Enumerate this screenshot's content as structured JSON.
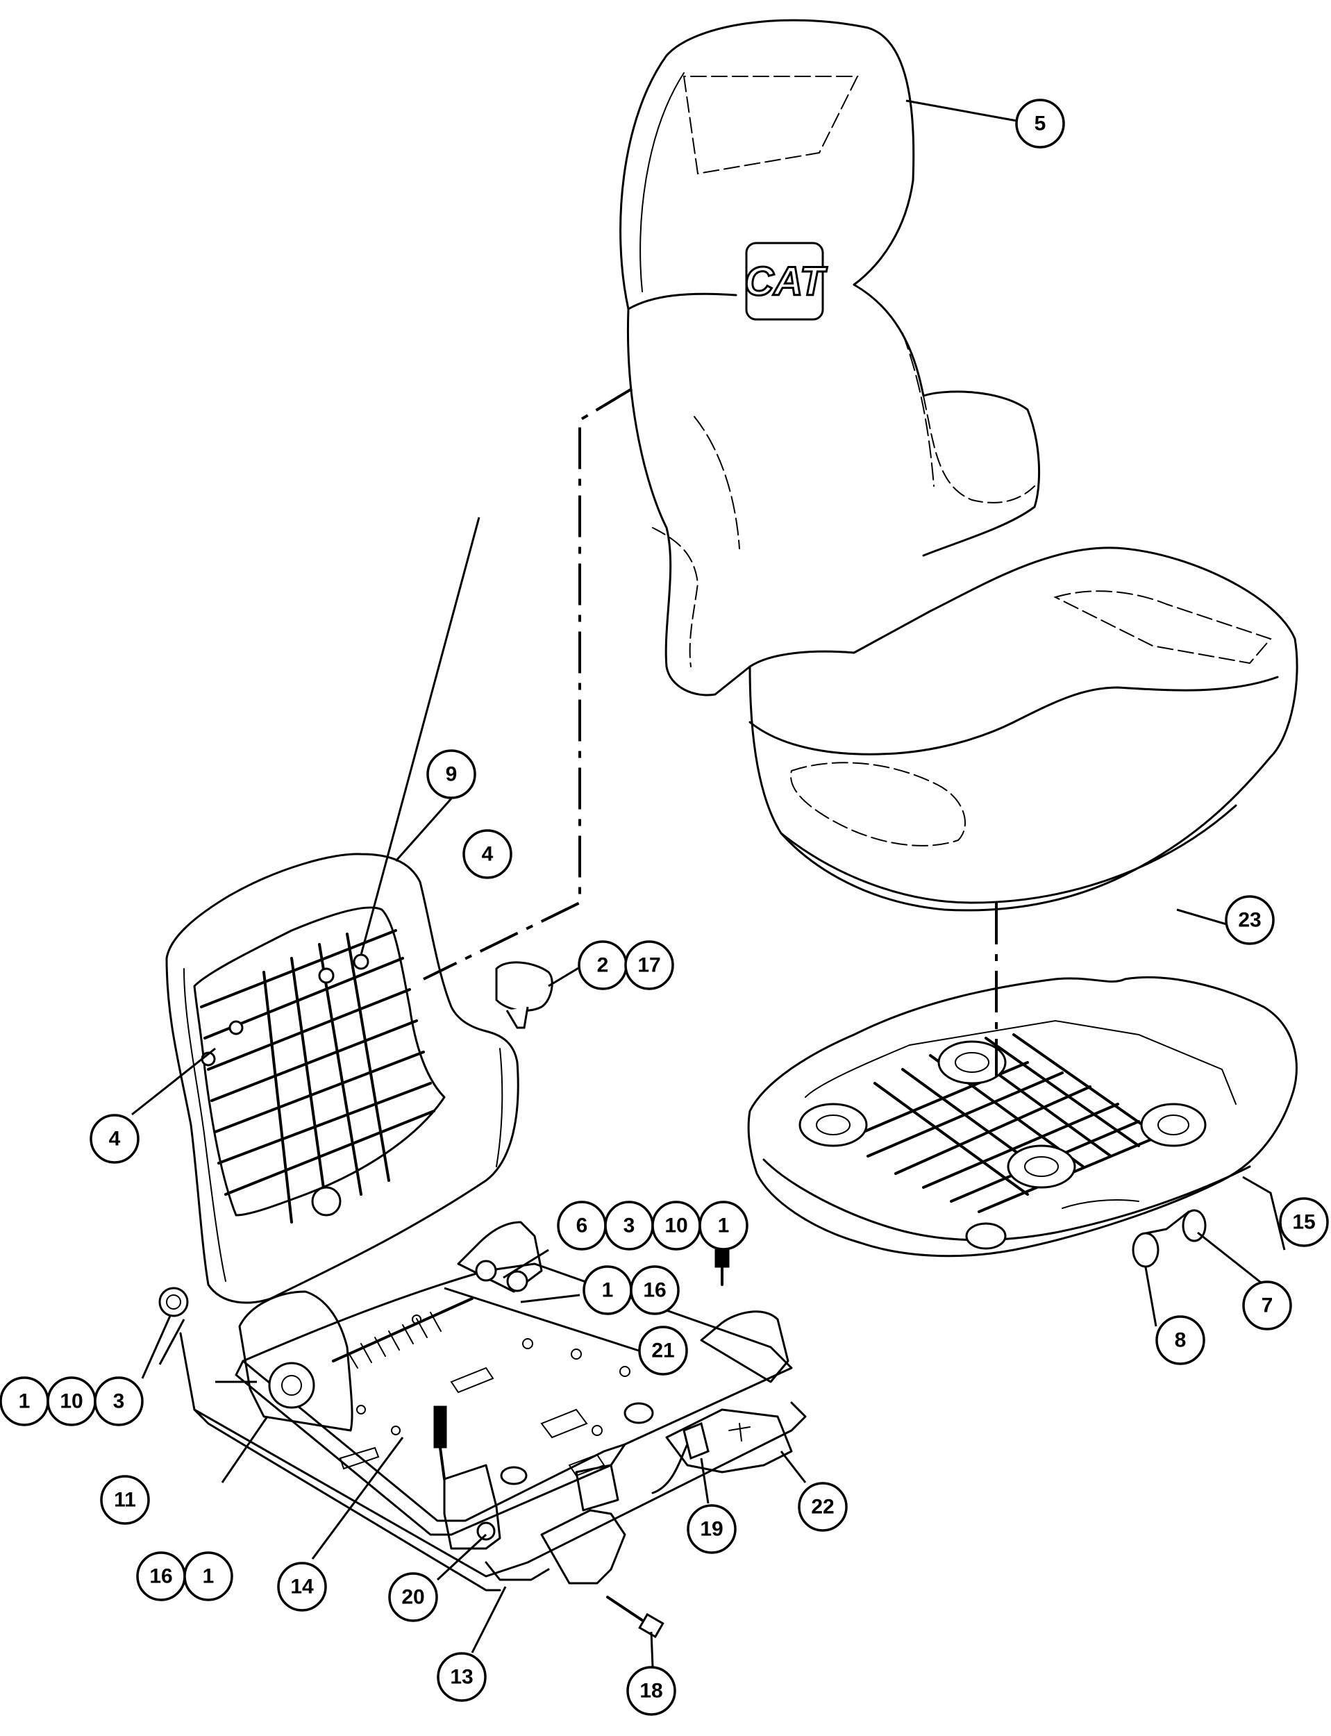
{
  "diagram": {
    "brand_logo": "CAT",
    "callouts": [
      {
        "id": "c5",
        "label": "5"
      },
      {
        "id": "c9",
        "label": "9"
      },
      {
        "id": "c4a",
        "label": "4"
      },
      {
        "id": "c23",
        "label": "23"
      },
      {
        "id": "c2",
        "label": "2"
      },
      {
        "id": "c17",
        "label": "17"
      },
      {
        "id": "c4b",
        "label": "4"
      },
      {
        "id": "c15",
        "label": "15"
      },
      {
        "id": "c6",
        "label": "6"
      },
      {
        "id": "c3a",
        "label": "3"
      },
      {
        "id": "c10a",
        "label": "10"
      },
      {
        "id": "c1a",
        "label": "1"
      },
      {
        "id": "c1b",
        "label": "1"
      },
      {
        "id": "c16a",
        "label": "16"
      },
      {
        "id": "c7",
        "label": "7"
      },
      {
        "id": "c8",
        "label": "8"
      },
      {
        "id": "c21",
        "label": "21"
      },
      {
        "id": "c1c",
        "label": "1"
      },
      {
        "id": "c10b",
        "label": "10"
      },
      {
        "id": "c3b",
        "label": "3"
      },
      {
        "id": "c11",
        "label": "11"
      },
      {
        "id": "c16b",
        "label": "16"
      },
      {
        "id": "c1d",
        "label": "1"
      },
      {
        "id": "c22",
        "label": "22"
      },
      {
        "id": "c14",
        "label": "14"
      },
      {
        "id": "c19",
        "label": "19"
      },
      {
        "id": "c20",
        "label": "20"
      },
      {
        "id": "c18",
        "label": "18"
      },
      {
        "id": "c13",
        "label": "13"
      }
    ]
  }
}
